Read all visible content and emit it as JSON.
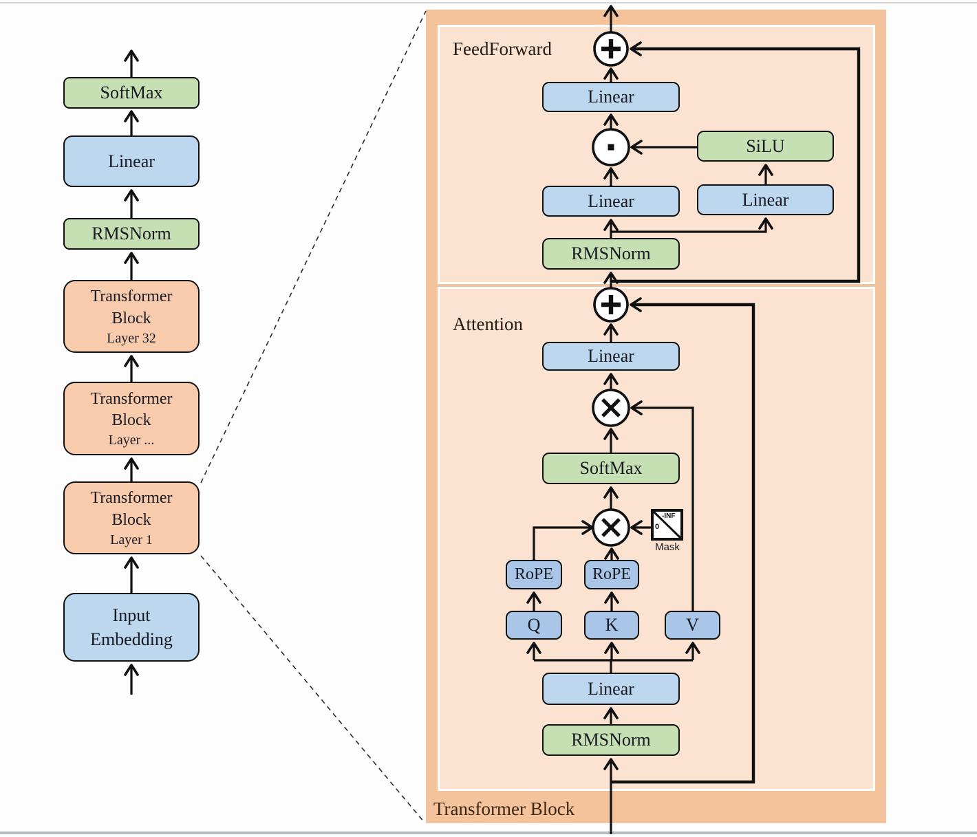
{
  "colors": {
    "green": "#c6e0b4",
    "blue": "#bdd7ee",
    "blue2": "#a9c6e8",
    "orange": "#f8cbad",
    "panel_outer": "#f4c29b",
    "panel_inner": "#fbe2d1",
    "line": "#111111"
  },
  "left_column": {
    "boxes": [
      {
        "label": "SoftMax"
      },
      {
        "label": "Linear"
      },
      {
        "label": "RMSNorm"
      },
      {
        "label": "Transformer Block",
        "sublabel": "Layer 32"
      },
      {
        "label": "Transformer Block",
        "sublabel": "Layer ..."
      },
      {
        "label": "Transformer Block",
        "sublabel": "Layer 1"
      },
      {
        "label": "Input Embedding"
      }
    ]
  },
  "detail": {
    "caption": "Transformer Block",
    "ff": {
      "title": "FeedForward",
      "linear_out": "Linear",
      "silu": "SiLU",
      "linear_gate": "Linear",
      "linear_up": "Linear",
      "rmsnorm": "RMSNorm"
    },
    "attn": {
      "title": "Attention",
      "linear_out": "Linear",
      "softmax": "SoftMax",
      "rope_q": "RoPE",
      "rope_k": "RoPE",
      "q": "Q",
      "k": "K",
      "v": "V",
      "mask_neg_inf": "-INF",
      "mask_zero": "0",
      "mask_label": "Mask",
      "linear_in": "Linear",
      "rmsnorm": "RMSNorm"
    }
  }
}
